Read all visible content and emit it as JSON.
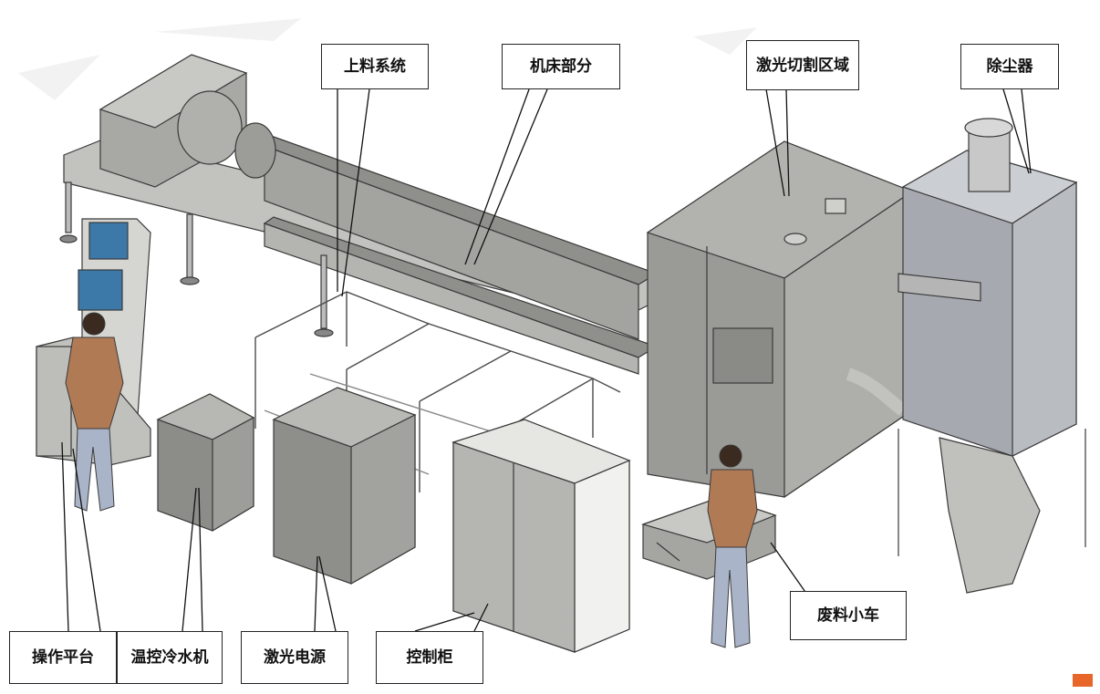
{
  "labels": {
    "feeding_system": "上料系统",
    "machine_bed": "机床部分",
    "laser_cutting_zone": "激光切割区域",
    "dust_collector": "除尘器",
    "operation_platform": "操作平台",
    "chiller": "温控冷水机",
    "laser_power": "激光电源",
    "control_cabinet": "控制柜",
    "scrap_cart": "废料小车"
  },
  "colors": {
    "machine_gray": "#9a9a96",
    "frame_light": "#c9c9c6",
    "outline": "#3a3a3a",
    "screen_blue": "#3c78a8",
    "skin": "#b07a55",
    "jeans": "#a9b4c8",
    "accent_orange": "#e8662a"
  }
}
